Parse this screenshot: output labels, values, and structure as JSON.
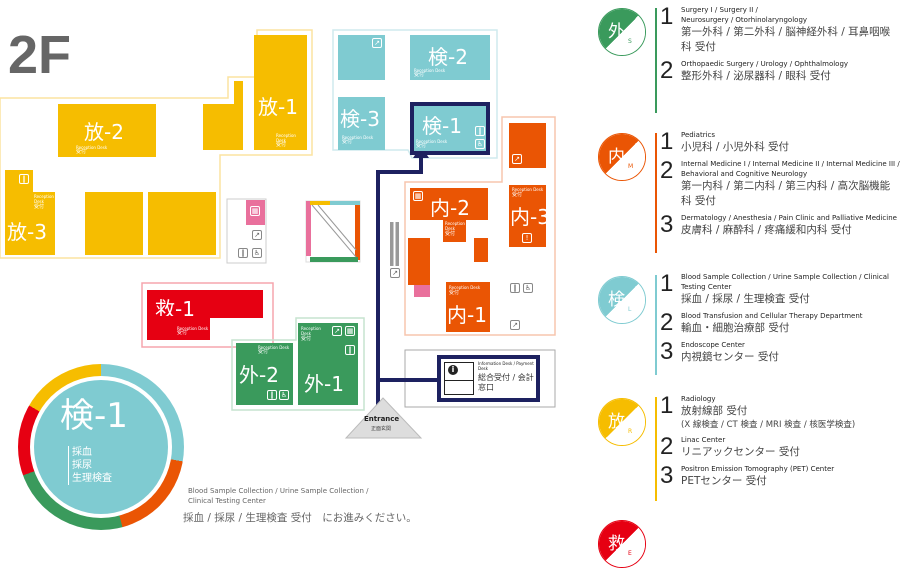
{
  "floor": "2F",
  "map": {
    "rooms": {
      "rad1": "放-1",
      "rad2": "放-2",
      "rad3": "放-3",
      "lab1": "検-1",
      "lab2": "検-2",
      "lab3": "検-3",
      "med1": "内-1",
      "med2": "内-2",
      "med3": "内-3",
      "emg1": "救-1",
      "surg1": "外-1",
      "surg2": "外-2"
    },
    "reception_en": "Reception Desk",
    "reception_jp": "受付",
    "info_desk_en": "Information Desk / Payment Desk",
    "info_desk_jp": "総合受付 / 会計窓口",
    "entrance_en": "Entrance",
    "entrance_jp": "正面玄関",
    "current": {
      "label": "検-1",
      "items": [
        "採血",
        "採尿",
        "生理検査"
      ]
    },
    "instruction_en": "Blood Sample Collection / Urine Sample Collection / Clinical Testing Center",
    "instruction_jp": "採血 / 採尿 / 生理検査 受付　にお進みください。"
  },
  "colors": {
    "radiology": "#f6bd00",
    "lab": "#7fcbd1",
    "medicine": "#ea5504",
    "surgery": "#3a9a5c",
    "emergency": "#e60012",
    "route": "#1d2160"
  },
  "legend": [
    {
      "kanji": "外",
      "sub": "S",
      "color": "#3a9a5c",
      "items": [
        {
          "n": "1",
          "en": "Surgery I / Surgery II / Neurosurgery / Otorhinolaryngology",
          "jp": "第一外科 / 第二外科 / 脳神経外科 / 耳鼻咽喉科 受付"
        },
        {
          "n": "2",
          "en": "Orthopaedic Surgery / Urology / Ophthalmology",
          "jp": "整形外科 / 泌尿器科 / 眼科 受付"
        }
      ]
    },
    {
      "kanji": "内",
      "sub": "M",
      "color": "#ea5504",
      "items": [
        {
          "n": "1",
          "en": "Pediatrics",
          "jp": "小児科 / 小児外科 受付"
        },
        {
          "n": "2",
          "en": "Internal Medicine I / Internal Medicine II / Internal Medicine III / Behavioral and Cognitive Neurology",
          "jp": "第一内科 / 第二内科 / 第三内科 / 高次脳機能科 受付"
        },
        {
          "n": "3",
          "en": "Dermatology / Anesthesia / Pain Clinic and Palliative Medicine",
          "jp": "皮膚科 / 麻酔科 / 疼痛緩和内科 受付"
        }
      ]
    },
    {
      "kanji": "検",
      "sub": "L",
      "color": "#7fcbd1",
      "items": [
        {
          "n": "1",
          "en": "Blood Sample Collection / Urine Sample Collection / Clinical Testing Center",
          "jp": "採血 / 採尿 / 生理検査 受付"
        },
        {
          "n": "2",
          "en": "Blood Transfusion and Cellular Therapy Department",
          "jp": "輸血・細胞治療部 受付"
        },
        {
          "n": "3",
          "en": "Endoscope Center",
          "jp": "内視鏡センター 受付"
        }
      ]
    },
    {
      "kanji": "放",
      "sub": "R",
      "color": "#f6bd00",
      "items": [
        {
          "n": "1",
          "en": "Radiology",
          "jp": "放射線部 受付",
          "jp2": "(X 線検査 / CT 検査 / MRI 検査 / 核医学検査)"
        },
        {
          "n": "2",
          "en": "Linac Center",
          "jp": "リニアックセンター 受付"
        },
        {
          "n": "3",
          "en": "Positron Emission Tomography (PET) Center",
          "jp": "PETセンター 受付"
        }
      ]
    },
    {
      "kanji": "救",
      "sub": "E",
      "color": "#e60012",
      "items": []
    }
  ]
}
